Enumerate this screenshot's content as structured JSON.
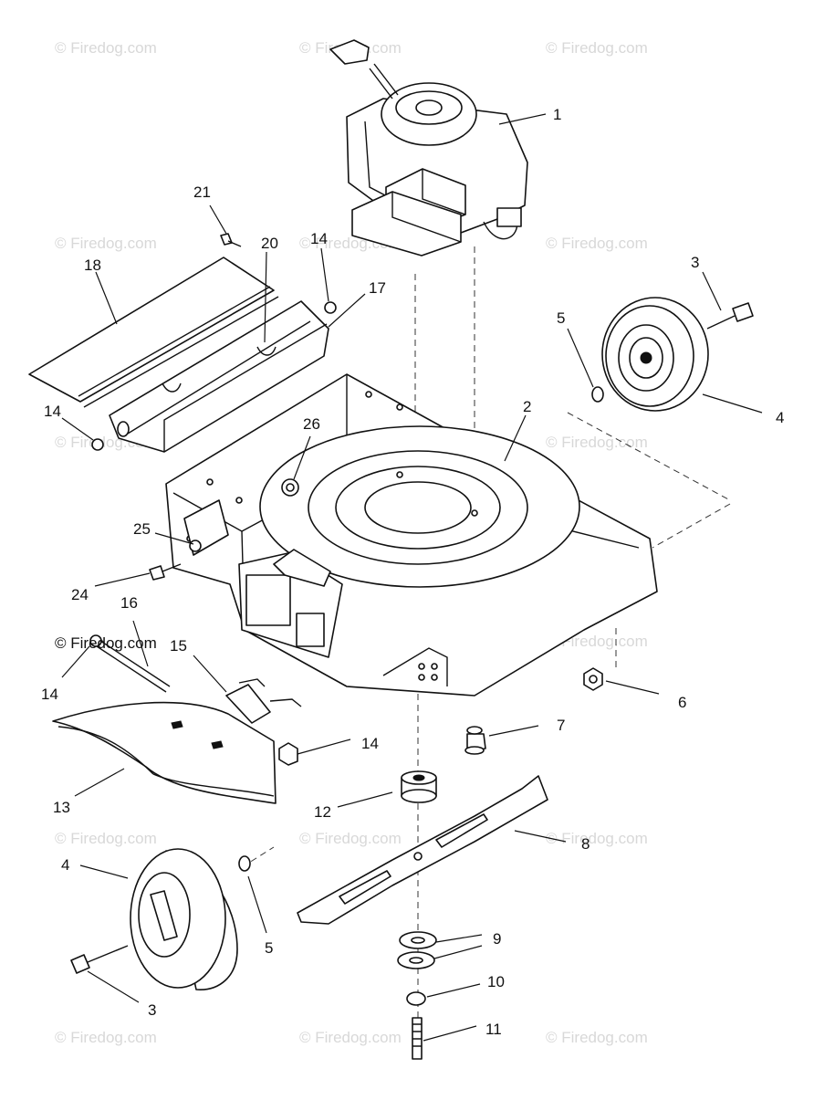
{
  "callouts": {
    "c1": "1",
    "c2": "2",
    "c3a": "3",
    "c3b": "3",
    "c4a": "4",
    "c4b": "4",
    "c5a": "5",
    "c5b": "5",
    "c6": "6",
    "c7": "7",
    "c8": "8",
    "c9": "9",
    "c10": "10",
    "c11": "11",
    "c12": "12",
    "c13": "13",
    "c14a": "14",
    "c14b": "14",
    "c14c": "14",
    "c14d": "14",
    "c15": "15",
    "c16": "16",
    "c17": "17",
    "c18": "18",
    "c20": "20",
    "c21": "21",
    "c24": "24",
    "c25": "25",
    "c26": "26"
  },
  "copyright": "© Firedog.com",
  "watermark": "© Firedog.com",
  "colors": {
    "line": "#111111",
    "watermark": "#d8d8d8",
    "background": "#ffffff"
  }
}
